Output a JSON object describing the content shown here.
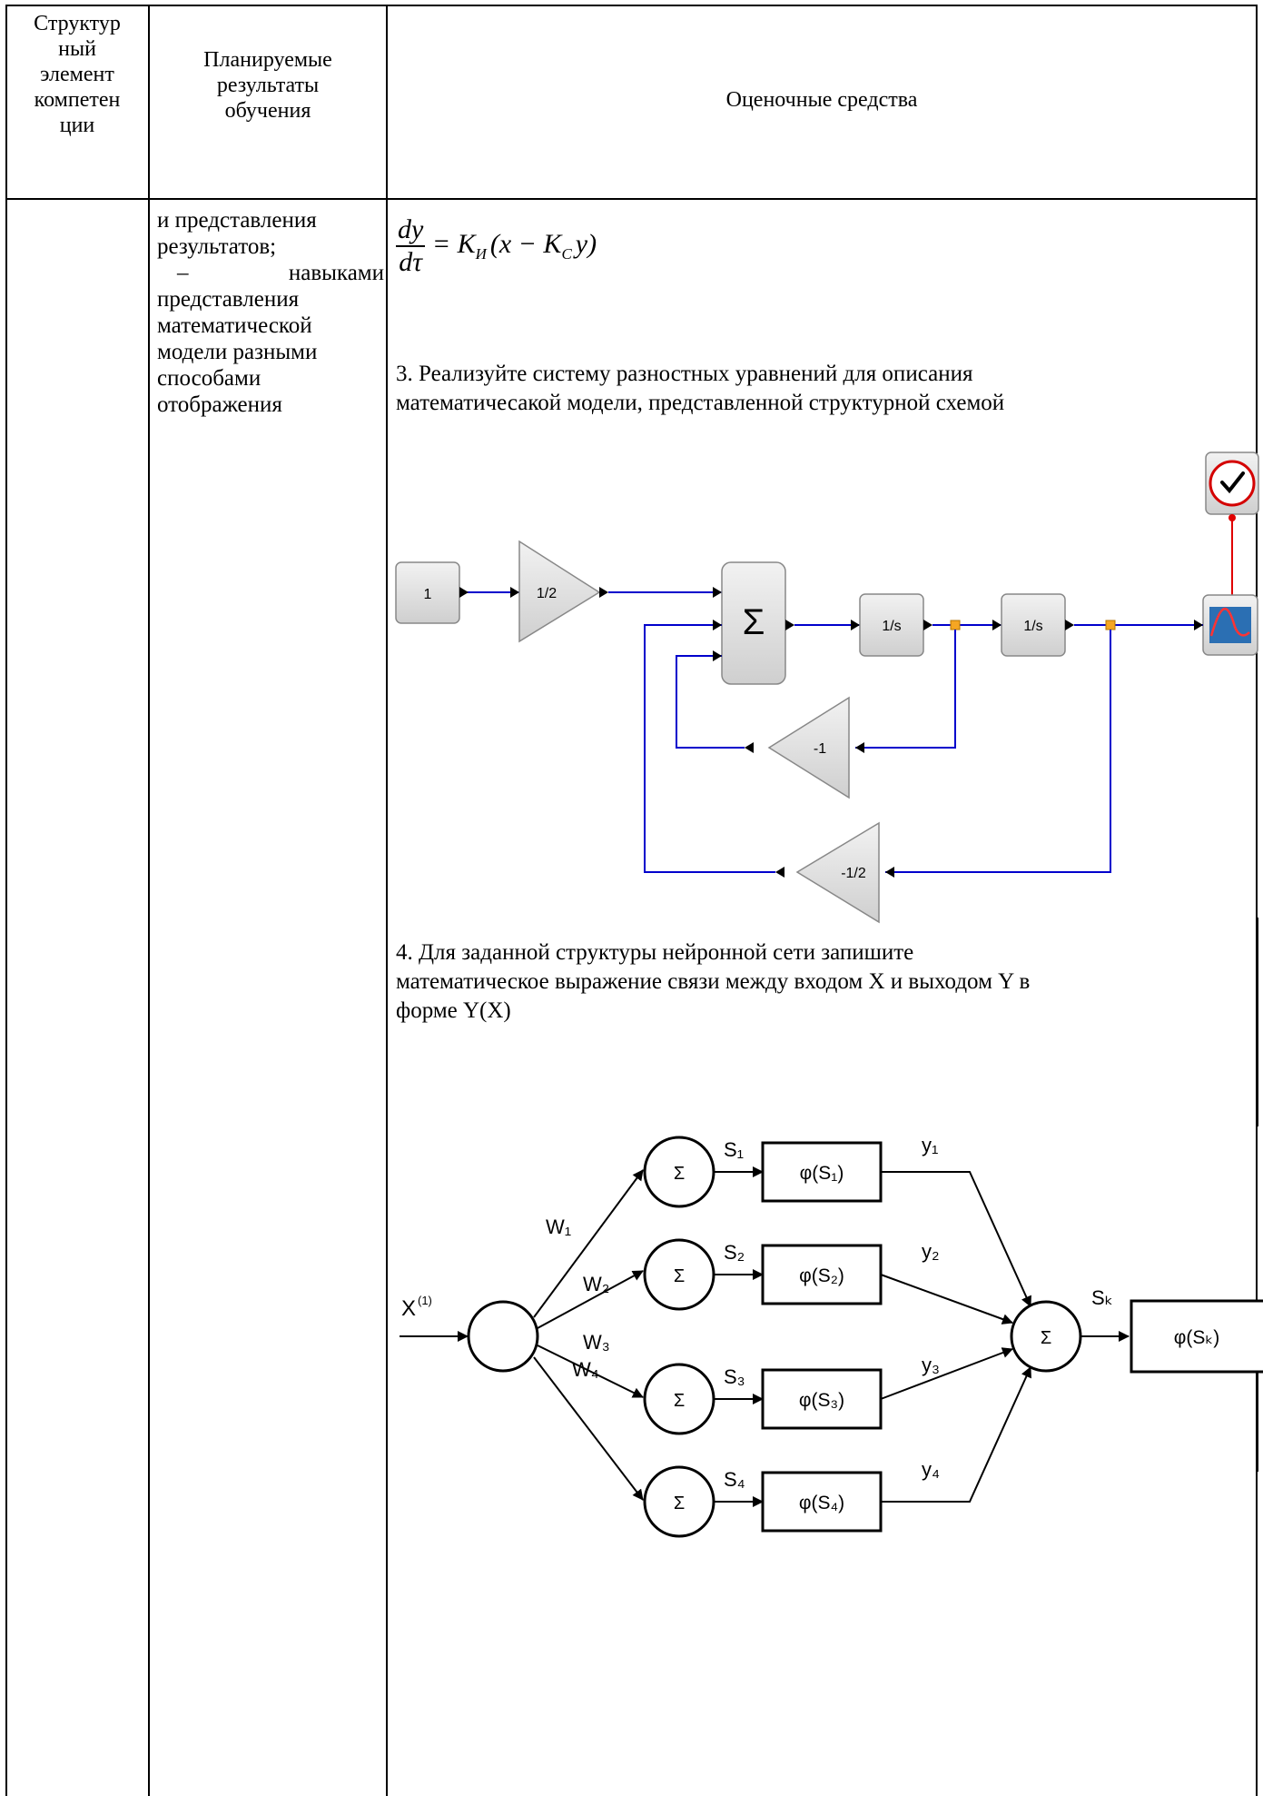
{
  "table": {
    "headers": {
      "col1": [
        "Структур",
        "ный",
        "элемент",
        "компетен",
        "ции"
      ],
      "col2": [
        "Планируемые",
        "результаты",
        "обучения"
      ],
      "col3": "Оценочные средства"
    }
  },
  "learning_results": {
    "line1": "и  представления",
    "line2": "результатов;",
    "line3_dash": "–",
    "line3_word": "навыками",
    "line4": "представления",
    "line5": "математической",
    "line6": "модели  разными",
    "line7": "способами",
    "line8": "отображения"
  },
  "formula": {
    "numerator": "dy",
    "denominator": "dτ",
    "equals": "= K",
    "sub_k1": "И",
    "paren_open": "(x − K",
    "sub_k2": "C",
    "paren_close": "y)"
  },
  "task3": {
    "line1": "3. Реализуйте систему разностных уравнений для описания",
    "line2": "математичесакой модели, представленной структурной схемой"
  },
  "diagram1": {
    "const_label": "1",
    "gain_in_label": "1/2",
    "sum_label": "Σ",
    "integrator1_label": "1/s",
    "integrator2_label": "1/s",
    "feedback_gain1_label": "-1",
    "feedback_gain2_label": "-1/2",
    "wire_color": "#0000cc",
    "clock_wire_color": "#e00000",
    "split_color": "#f5a623"
  },
  "task4": {
    "line1": "4. Для заданной структуры нейронной сети запишите",
    "line2": "математическое выражение связи между входом X и выходом Y в",
    "line3": "форме Y(X)"
  },
  "diagram2": {
    "input_label": "X",
    "input_sup": "(1)",
    "sum_symbol": "Σ",
    "weights": [
      "W₁",
      "W₂",
      "W₃",
      "W₄"
    ],
    "sums": [
      "S₁",
      "S₂",
      "S₃",
      "S₄"
    ],
    "activations": [
      "φ(S₁)",
      "φ(S₂)",
      "φ(S₃)",
      "φ(S₄)"
    ],
    "outputs": [
      "y₁",
      "y₂",
      "y₃",
      "y₄"
    ],
    "final_sum_label": "Sₖ",
    "final_activation": "φ(Sₖ)"
  }
}
